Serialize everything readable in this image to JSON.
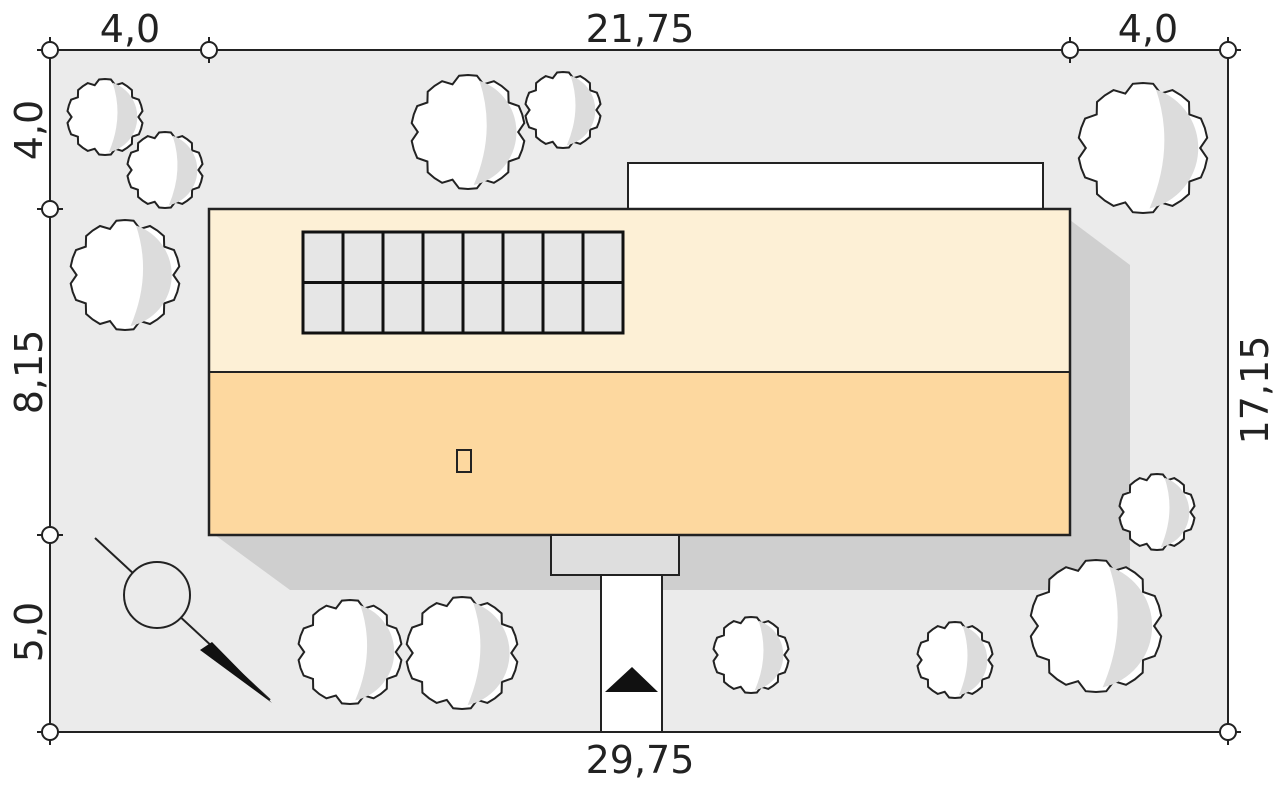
{
  "dimensions": {
    "top_left": "4,0",
    "top_middle": "21,75",
    "top_right": "4,0",
    "left_top": "4,0",
    "left_middle": "8,15",
    "left_bottom": "5,0",
    "right": "17,15",
    "bottom": "29,75"
  },
  "colors": {
    "plot": "#ebebeb",
    "roof_upper": "#fdf0d6",
    "roof_lower": "#fdd89f",
    "shadow": "#cfcfcf",
    "solar_cell": "#e6e6e6"
  },
  "solar_panels": {
    "columns": 8,
    "rows": 2
  }
}
